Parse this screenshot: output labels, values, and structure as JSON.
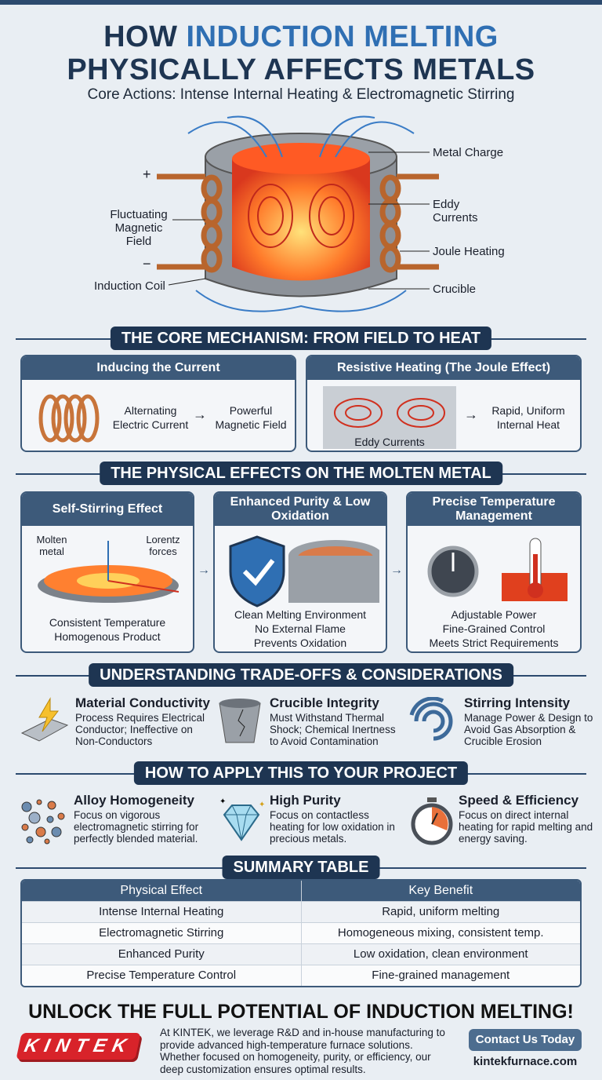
{
  "title": {
    "line1_prefix": "HOW ",
    "line1_highlight": "INDUCTION MELTING",
    "line2": "PHYSICALLY AFFECTS METALS",
    "subtitle": "Core Actions: Intense Internal Heating & Electromagnetic Stirring"
  },
  "diagram": {
    "plus": "+",
    "minus": "−",
    "labels": {
      "field": "Fluctuating Magnetic Field",
      "coil": "Induction Coil",
      "charge": "Metal Charge",
      "eddy": "Eddy Currents",
      "joule": "Joule Heating",
      "crucible": "Crucible"
    }
  },
  "core": {
    "header": "THE CORE MECHANISM: FROM FIELD TO HEAT",
    "card1": {
      "title": "Inducing the Current",
      "from": "Alternating Electric Current",
      "to": "Powerful Magnetic Field"
    },
    "card2": {
      "title": "Resistive Heating (The Joule Effect)",
      "caption": "Eddy Currents",
      "result": "Rapid, Uniform Internal Heat"
    }
  },
  "effects": {
    "header": "THE PHYSICAL EFFECTS ON THE MOLTEN METAL",
    "cards": [
      {
        "title": "Self-Stirring Effect",
        "label_a": "Molten metal",
        "label_b": "Lorentz forces",
        "lines": [
          "Consistent Temperature",
          "Homogenous Product"
        ]
      },
      {
        "title": "Enhanced Purity & Low Oxidation",
        "lines": [
          "Clean Melting Environment",
          "No External Flame",
          "Prevents Oxidation"
        ]
      },
      {
        "title": "Precise Temperature Management",
        "lines": [
          "Adjustable Power",
          "Fine-Grained Control",
          "Meets Strict Requirements"
        ]
      }
    ]
  },
  "tradeoffs": {
    "header": "UNDERSTANDING TRADE-OFFS & CONSIDERATIONS",
    "items": [
      {
        "title": "Material Conductivity",
        "desc": "Process Requires Electrical Conductor; Ineffective on Non-Conductors",
        "icon": "lightning-bar-icon"
      },
      {
        "title": "Crucible Integrity",
        "desc": "Must Withstand Thermal Shock; Chemical Inertness to Avoid Contamination",
        "icon": "cracked-crucible-icon"
      },
      {
        "title": "Stirring Intensity",
        "desc": "Manage Power & Design to Avoid Gas Absorption & Crucible Erosion",
        "icon": "swirl-icon"
      }
    ]
  },
  "apply": {
    "header": "HOW TO APPLY THIS TO YOUR PROJECT",
    "items": [
      {
        "title": "Alloy Homogeneity",
        "desc": "Focus on vigorous electromagnetic stirring for perfectly blended material.",
        "icon": "particles-icon"
      },
      {
        "title": "High Purity",
        "desc": "Focus on contactless heating for low oxidation in precious metals.",
        "icon": "diamond-icon"
      },
      {
        "title": "Speed & Efficiency",
        "desc": "Focus on direct internal heating for rapid melting and energy saving.",
        "icon": "stopwatch-icon"
      }
    ]
  },
  "summary": {
    "header": "SUMMARY TABLE",
    "columns": [
      "Physical Effect",
      "Key Benefit"
    ],
    "rows": [
      [
        "Intense Internal Heating",
        "Rapid, uniform melting"
      ],
      [
        "Electromagnetic Stirring",
        "Homogeneous mixing, consistent temp."
      ],
      [
        "Enhanced Purity",
        "Low oxidation, clean environment"
      ],
      [
        "Precise Temperature Control",
        "Fine-grained management"
      ]
    ]
  },
  "footer": {
    "cta": "UNLOCK THE FULL POTENTIAL OF INDUCTION MELTING!",
    "logo": "KINTEK",
    "body": "At KINTEK, we leverage R&D and in-house manufacturing to provide advanced high-temperature furnace solutions. Whether focused on homogeneity, purity, or efficiency, our deep customization ensures optimal results.",
    "button": "Contact Us Today",
    "website": "kintekfurnace.com"
  },
  "colors": {
    "navy": "#1e3552",
    "accent_blue": "#2f6fb3",
    "card_header": "#3d5a7a",
    "brand_red": "#d8232a",
    "copper": "#c8743a"
  }
}
